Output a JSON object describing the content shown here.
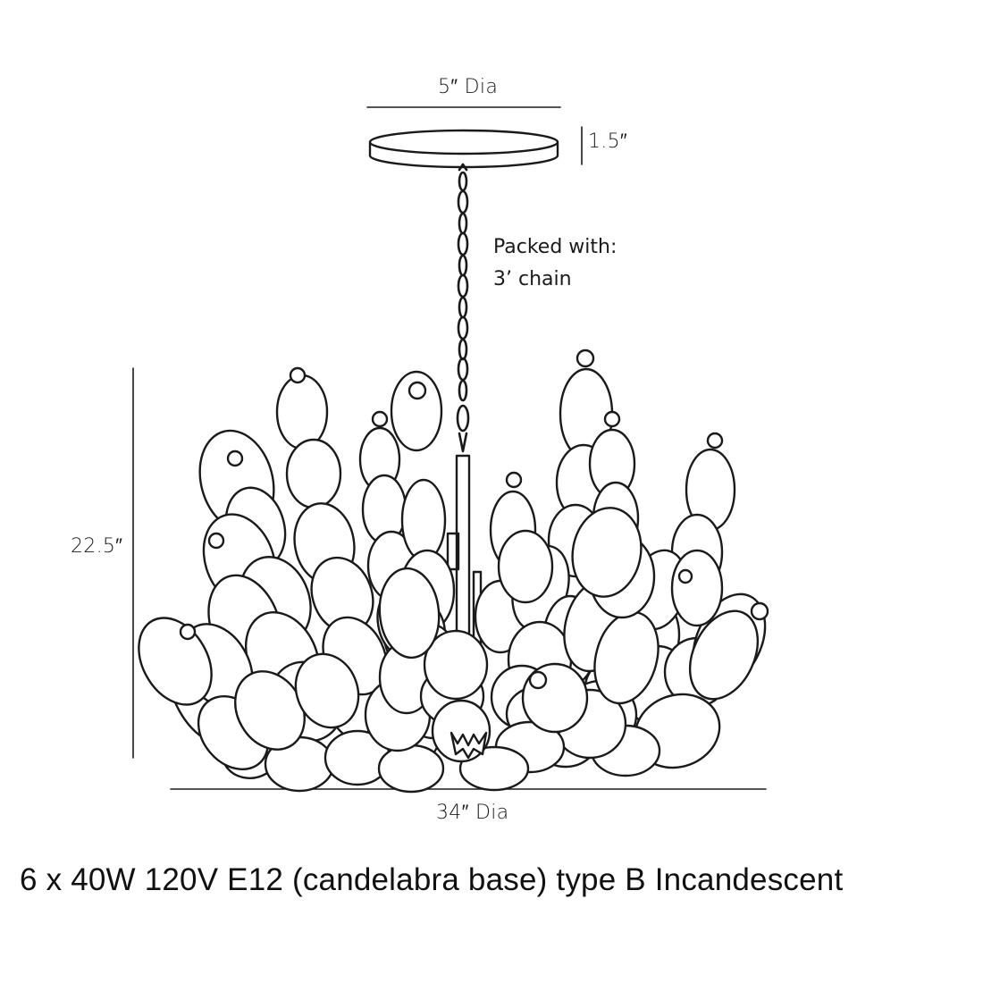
{
  "diagram": {
    "type": "product-dimension-drawing",
    "subject": "pendant chandelier with clustered oval glass elements",
    "dimensions": {
      "canopy_diameter": "5″ Dia",
      "canopy_height": "1.5″",
      "fixture_height": "22.5″",
      "fixture_diameter": "34″ Dia"
    },
    "note": {
      "line1": "Packed with:",
      "line2": "3’ chain"
    },
    "spec_line": "6 x 40W 120V E12 (candelabra base) type B Incandescent",
    "colors": {
      "background": "#ffffff",
      "line": "#1a1a1a"
    }
  }
}
